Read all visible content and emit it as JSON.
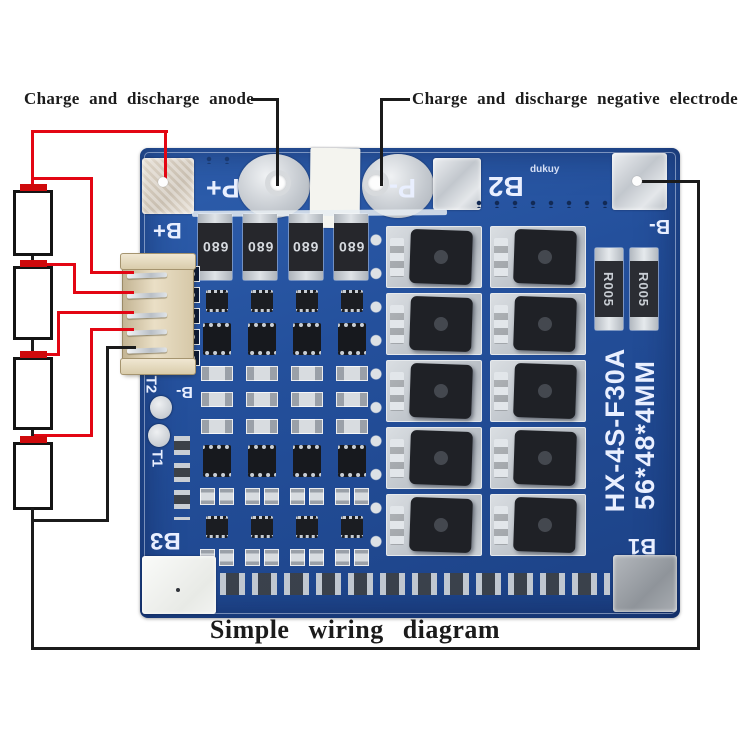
{
  "annotations": {
    "anode_label": "Charge and discharge anode",
    "negative_label": "Charge and discharge negative electrode",
    "title": "Simple wiring diagram"
  },
  "board": {
    "silk": {
      "b_plus": "B+",
      "b_minus": "B-",
      "p_plus": "P+",
      "p_minus": "P-",
      "b1": "B1",
      "b2": "B2",
      "b3": "B3",
      "t1": "T1",
      "t2": "T2",
      "brand": "dukuy",
      "model": "HX-4S-F30A",
      "size": "56*48*4MM"
    },
    "components": {
      "resistor_680": "680",
      "shunt": "R005"
    },
    "colors": {
      "pcb_blue": "#24509c",
      "wire_red": "#e30613",
      "wire_black": "#1b1b1b",
      "pad_silver": "#d3d7db",
      "battery_positive_cap": "#cf0a0c"
    }
  }
}
